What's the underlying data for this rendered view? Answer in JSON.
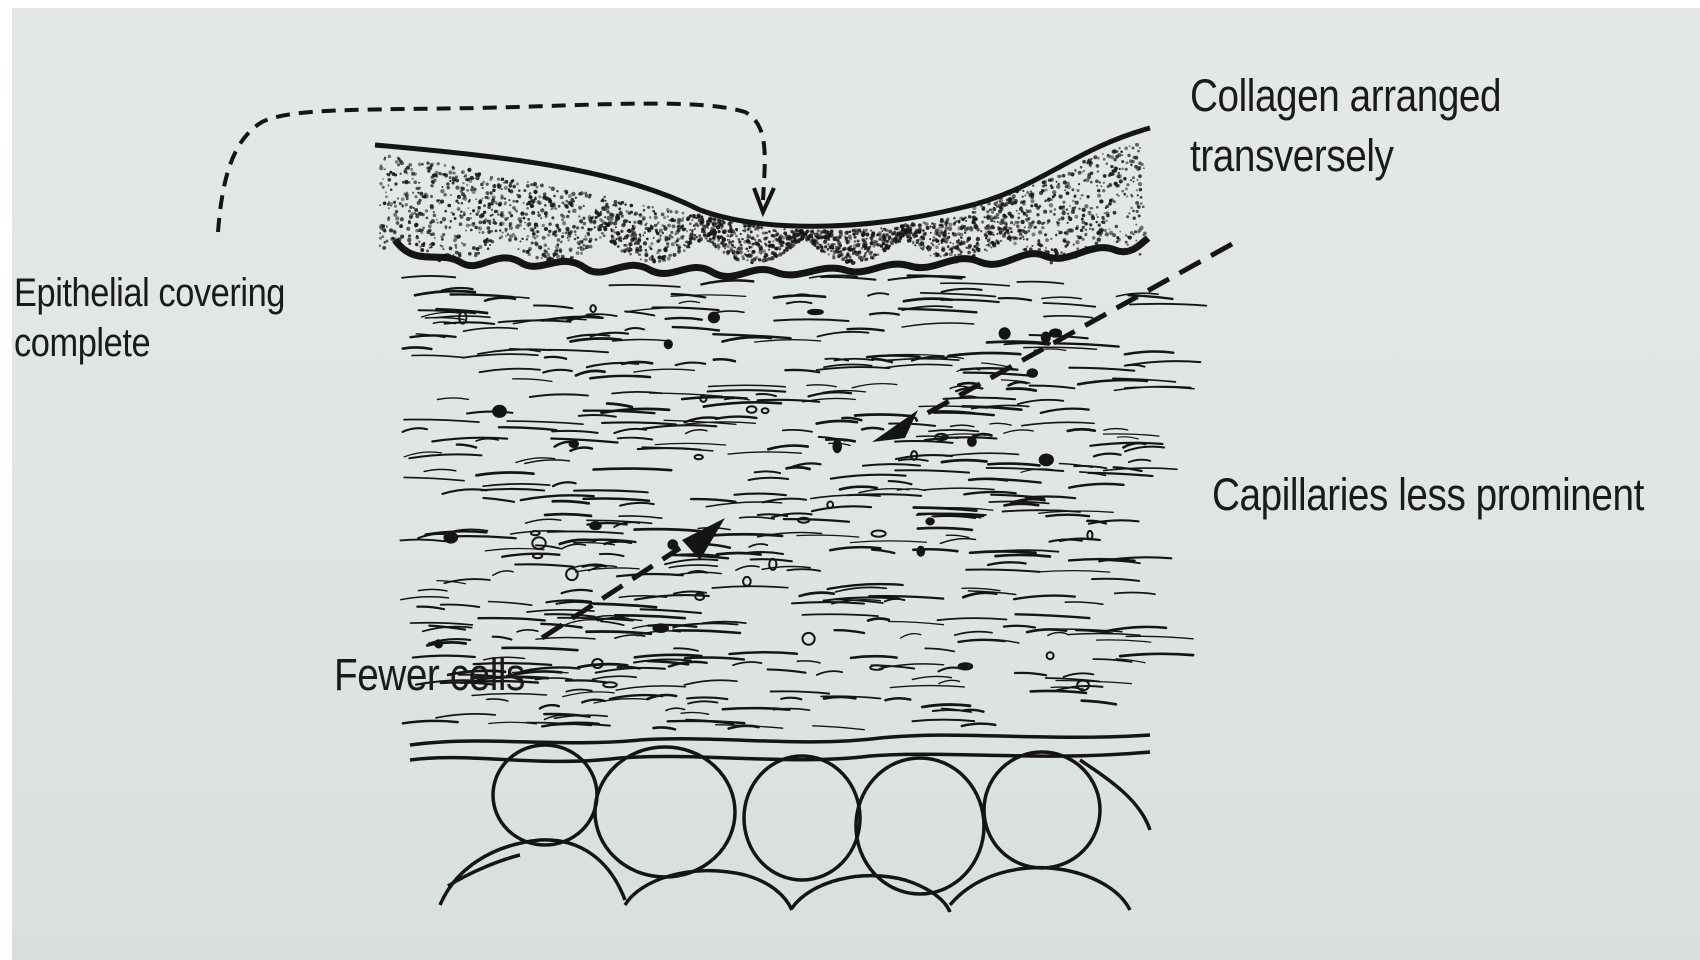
{
  "figure": {
    "labels": {
      "epithelial_line1": "Epithelial covering",
      "epithelial_line2": "complete",
      "collagen_line1": "Collagen arranged",
      "collagen_line2": "transversely",
      "capillaries": "Capillaries less prominent",
      "fewer_cells": "Fewer cells"
    },
    "colors": {
      "ink": "#141414",
      "paper": "#e1e7e6",
      "page_border": "#ffffff"
    }
  }
}
